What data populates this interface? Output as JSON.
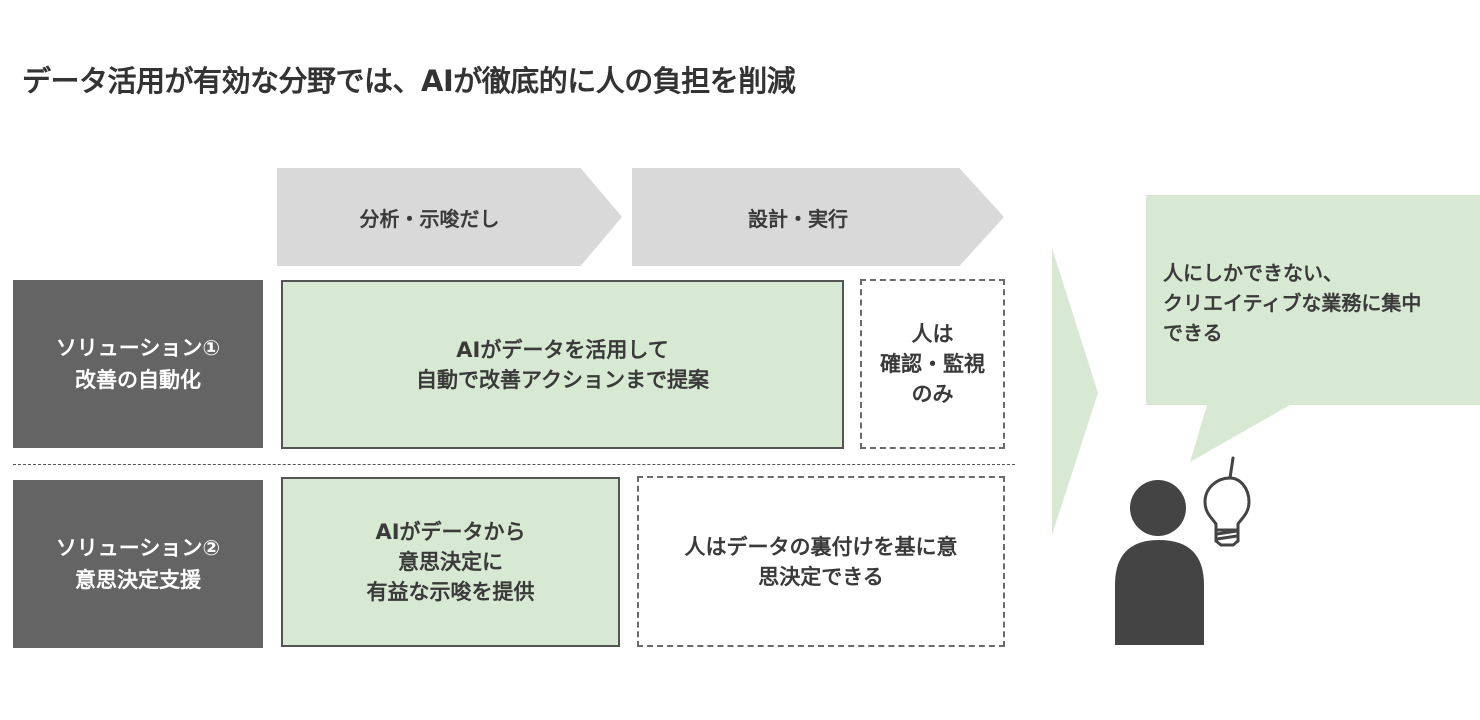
{
  "title": "データ活用が有効な分野では、AIが徹底的に人の負担を削減",
  "phases": [
    {
      "label": "分析・示唆だし"
    },
    {
      "label": "設計・実行"
    }
  ],
  "solutions": [
    {
      "name_lines": [
        "ソリューション①",
        "改善の自動化"
      ],
      "ai_role_lines": [
        "AIがデータを活用して",
        "自動で改善アクションまで提案"
      ],
      "human_role_lines": [
        "人は",
        "確認・監視",
        "のみ"
      ]
    },
    {
      "name_lines": [
        "ソリューション②",
        "意思決定支援"
      ],
      "ai_role_lines": [
        "AIがデータから",
        "意思決定に",
        "有益な示唆を提供"
      ],
      "human_role_lines": [
        "人はデータの裏付けを基に意",
        "思決定できる"
      ]
    }
  ],
  "outcome": {
    "lines": [
      "人にしかできない、",
      "クリエイティブな業務に集中",
      "できる"
    ]
  },
  "icons": {
    "arrow": "chevron-right-arrow",
    "person": "person-icon",
    "bulb": "lightbulb-icon"
  },
  "colors": {
    "dark_box": "#646464",
    "green_fill": "#d8e9d3",
    "phase_gray": "#d9d9d9",
    "text": "#3a3a3a"
  }
}
